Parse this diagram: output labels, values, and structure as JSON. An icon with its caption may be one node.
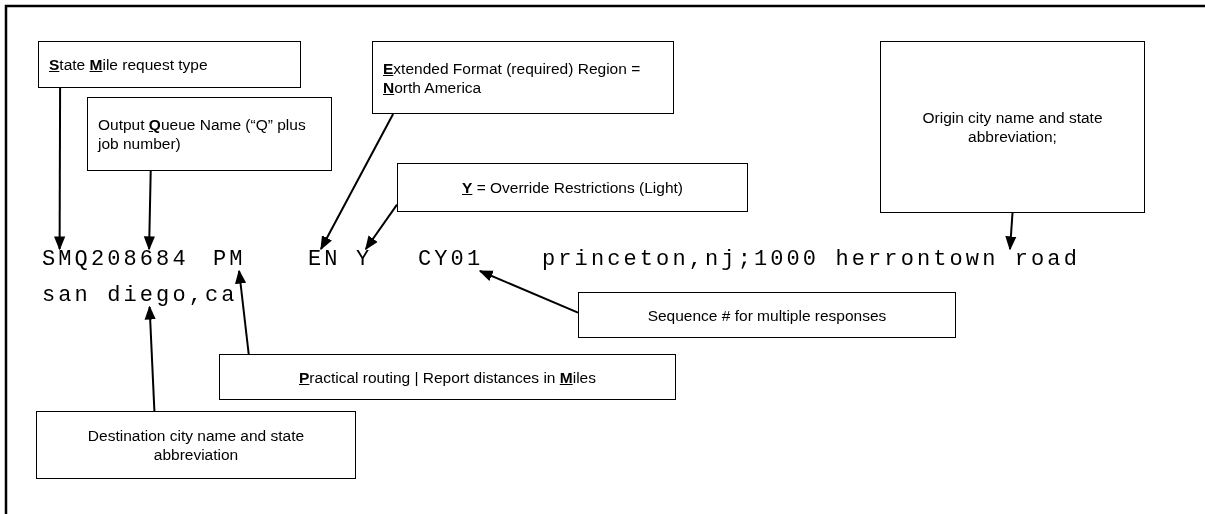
{
  "diagram": {
    "nodes": [
      {
        "text": [
          "**S**tate **M**ile request type"
        ]
      },
      {
        "text": [
          "**E**xtended Format (required) Region = **N**orth America"
        ]
      },
      {
        "text": [
          "Origin city name and state abbreviation;"
        ]
      },
      {
        "text": [
          "Output **Q**ueue Name (“Q” plus job number)"
        ]
      },
      {
        "text": [
          "**Y** = Override Restrictions (Light)"
        ]
      },
      {
        "text": [
          "SMQ208684"
        ]
      },
      {
        "text": [
          "PM"
        ]
      },
      {
        "text": [
          "EN"
        ]
      },
      {
        "text": [
          "Y"
        ]
      },
      {
        "text": [
          "CY01"
        ]
      },
      {
        "text": [
          "princeton,nj;1000 herrontown road"
        ]
      },
      {
        "text": [
          "san diego,ca"
        ]
      },
      {
        "text": [
          "Sequence # for multiple responses"
        ]
      },
      {
        "text": [
          "**P**ractical routing | Report distances in **M**iles"
        ]
      },
      {
        "text": [
          "Destination city name and state abbreviation"
        ]
      }
    ],
    "edges": [
      {
        "from": 0,
        "to": 5,
        "arrow": "to"
      },
      {
        "from": 3,
        "to": 5,
        "arrow": "to"
      },
      {
        "from": 1,
        "to": 7,
        "arrow": "to"
      },
      {
        "from": 4,
        "to": 8,
        "arrow": "to"
      },
      {
        "from": 2,
        "to": 10,
        "arrow": "to"
      },
      {
        "from": 12,
        "to": 9,
        "arrow": "to"
      },
      {
        "from": 13,
        "to": 6,
        "arrow": "to"
      },
      {
        "from": 14,
        "to": 11,
        "arrow": "to"
      }
    ]
  }
}
